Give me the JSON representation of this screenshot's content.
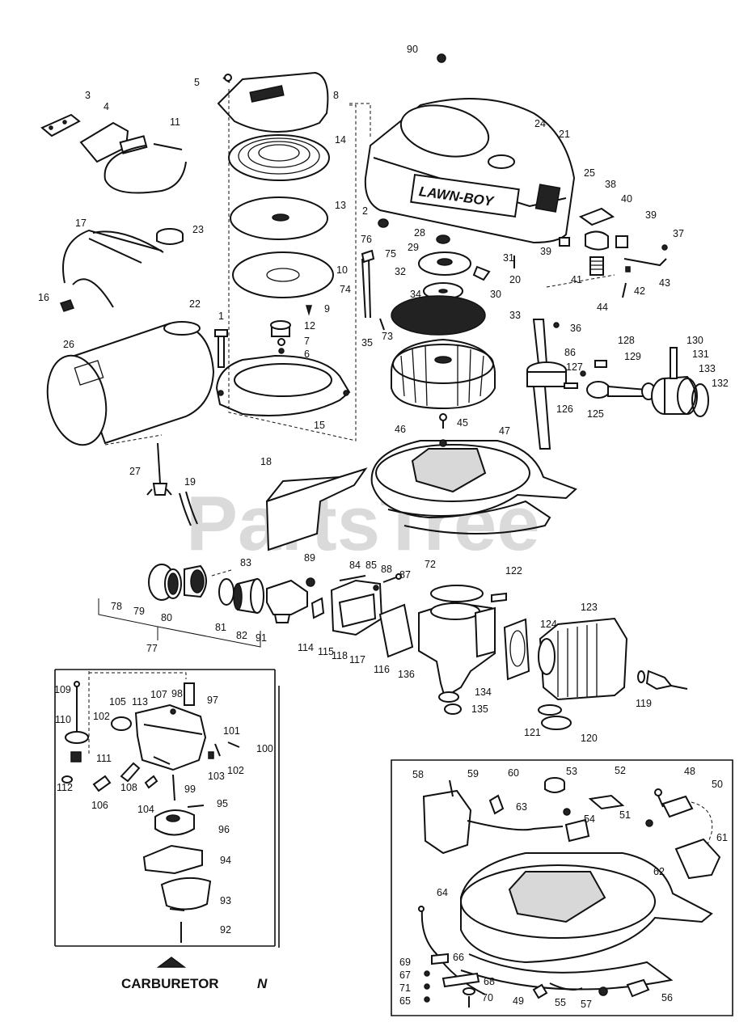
{
  "brand_label": "LAWN-BOY",
  "watermark": "PartsTree",
  "caption": {
    "title": "CARBURETOR",
    "suffix": "N"
  },
  "callouts": [
    {
      "id": "90",
      "text": "90"
    },
    {
      "id": "5",
      "text": "5"
    },
    {
      "id": "8",
      "text": "8"
    },
    {
      "id": "3",
      "text": "3"
    },
    {
      "id": "4",
      "text": "4"
    },
    {
      "id": "11",
      "text": "11"
    },
    {
      "id": "14",
      "text": "14"
    },
    {
      "id": "24",
      "text": "24"
    },
    {
      "id": "21",
      "text": "21"
    },
    {
      "id": "25",
      "text": "25"
    },
    {
      "id": "13",
      "text": "13"
    },
    {
      "id": "17",
      "text": "17"
    },
    {
      "id": "23",
      "text": "23"
    },
    {
      "id": "2",
      "text": "2"
    },
    {
      "id": "38",
      "text": "38"
    },
    {
      "id": "40",
      "text": "40"
    },
    {
      "id": "39a",
      "text": "39"
    },
    {
      "id": "39b",
      "text": "39"
    },
    {
      "id": "37",
      "text": "37"
    },
    {
      "id": "28",
      "text": "28"
    },
    {
      "id": "76",
      "text": "76"
    },
    {
      "id": "75",
      "text": "75"
    },
    {
      "id": "29",
      "text": "29"
    },
    {
      "id": "31",
      "text": "31"
    },
    {
      "id": "20",
      "text": "20"
    },
    {
      "id": "41",
      "text": "41"
    },
    {
      "id": "43",
      "text": "43"
    },
    {
      "id": "10",
      "text": "10"
    },
    {
      "id": "32",
      "text": "32"
    },
    {
      "id": "30",
      "text": "30"
    },
    {
      "id": "74",
      "text": "74"
    },
    {
      "id": "42",
      "text": "42"
    },
    {
      "id": "16",
      "text": "16"
    },
    {
      "id": "22",
      "text": "22"
    },
    {
      "id": "9",
      "text": "9"
    },
    {
      "id": "34",
      "text": "34"
    },
    {
      "id": "44",
      "text": "44"
    },
    {
      "id": "33",
      "text": "33"
    },
    {
      "id": "1",
      "text": "1"
    },
    {
      "id": "12",
      "text": "12"
    },
    {
      "id": "73",
      "text": "73"
    },
    {
      "id": "36",
      "text": "36"
    },
    {
      "id": "7",
      "text": "7"
    },
    {
      "id": "35",
      "text": "35"
    },
    {
      "id": "128",
      "text": "128"
    },
    {
      "id": "130",
      "text": "130"
    },
    {
      "id": "26",
      "text": "26"
    },
    {
      "id": "6",
      "text": "6"
    },
    {
      "id": "86",
      "text": "86"
    },
    {
      "id": "129",
      "text": "129"
    },
    {
      "id": "131",
      "text": "131"
    },
    {
      "id": "127",
      "text": "127"
    },
    {
      "id": "133",
      "text": "133"
    },
    {
      "id": "132",
      "text": "132"
    },
    {
      "id": "126",
      "text": "126"
    },
    {
      "id": "125",
      "text": "125"
    },
    {
      "id": "15",
      "text": "15"
    },
    {
      "id": "45",
      "text": "45"
    },
    {
      "id": "46",
      "text": "46"
    },
    {
      "id": "47",
      "text": "47"
    },
    {
      "id": "18",
      "text": "18"
    },
    {
      "id": "27",
      "text": "27"
    },
    {
      "id": "19",
      "text": "19"
    },
    {
      "id": "83",
      "text": "83"
    },
    {
      "id": "89",
      "text": "89"
    },
    {
      "id": "84",
      "text": "84"
    },
    {
      "id": "85",
      "text": "85"
    },
    {
      "id": "88",
      "text": "88"
    },
    {
      "id": "87",
      "text": "87"
    },
    {
      "id": "72",
      "text": "72"
    },
    {
      "id": "122",
      "text": "122"
    },
    {
      "id": "123",
      "text": "123"
    },
    {
      "id": "78",
      "text": "78"
    },
    {
      "id": "79",
      "text": "79"
    },
    {
      "id": "80",
      "text": "80"
    },
    {
      "id": "81",
      "text": "81"
    },
    {
      "id": "82",
      "text": "82"
    },
    {
      "id": "91",
      "text": "91"
    },
    {
      "id": "114",
      "text": "114"
    },
    {
      "id": "115",
      "text": "115"
    },
    {
      "id": "118",
      "text": "118"
    },
    {
      "id": "117",
      "text": "117"
    },
    {
      "id": "116",
      "text": "116"
    },
    {
      "id": "136",
      "text": "136"
    },
    {
      "id": "124",
      "text": "124"
    },
    {
      "id": "77",
      "text": "77"
    },
    {
      "id": "134",
      "text": "134"
    },
    {
      "id": "119",
      "text": "119"
    },
    {
      "id": "135",
      "text": "135"
    },
    {
      "id": "121",
      "text": "121"
    },
    {
      "id": "120",
      "text": "120"
    },
    {
      "id": "109",
      "text": "109"
    },
    {
      "id": "105",
      "text": "105"
    },
    {
      "id": "113",
      "text": "113"
    },
    {
      "id": "107",
      "text": "107"
    },
    {
      "id": "98",
      "text": "98"
    },
    {
      "id": "97",
      "text": "97"
    },
    {
      "id": "102a",
      "text": "102"
    },
    {
      "id": "110",
      "text": "110"
    },
    {
      "id": "101",
      "text": "101"
    },
    {
      "id": "100",
      "text": "100"
    },
    {
      "id": "111",
      "text": "111"
    },
    {
      "id": "103",
      "text": "103"
    },
    {
      "id": "102b",
      "text": "102"
    },
    {
      "id": "112",
      "text": "112"
    },
    {
      "id": "108",
      "text": "108"
    },
    {
      "id": "99",
      "text": "99"
    },
    {
      "id": "106",
      "text": "106"
    },
    {
      "id": "104",
      "text": "104"
    },
    {
      "id": "95",
      "text": "95"
    },
    {
      "id": "96",
      "text": "96"
    },
    {
      "id": "94",
      "text": "94"
    },
    {
      "id": "93",
      "text": "93"
    },
    {
      "id": "92",
      "text": "92"
    },
    {
      "id": "58",
      "text": "58"
    },
    {
      "id": "59",
      "text": "59"
    },
    {
      "id": "60",
      "text": "60"
    },
    {
      "id": "53",
      "text": "53"
    },
    {
      "id": "52",
      "text": "52"
    },
    {
      "id": "48",
      "text": "48"
    },
    {
      "id": "50",
      "text": "50"
    },
    {
      "id": "63",
      "text": "63"
    },
    {
      "id": "54",
      "text": "54"
    },
    {
      "id": "51",
      "text": "51"
    },
    {
      "id": "61",
      "text": "61"
    },
    {
      "id": "62",
      "text": "62"
    },
    {
      "id": "64",
      "text": "64"
    },
    {
      "id": "69",
      "text": "69"
    },
    {
      "id": "66",
      "text": "66"
    },
    {
      "id": "67",
      "text": "67"
    },
    {
      "id": "68",
      "text": "68"
    },
    {
      "id": "71",
      "text": "71"
    },
    {
      "id": "70",
      "text": "70"
    },
    {
      "id": "49",
      "text": "49"
    },
    {
      "id": "55",
      "text": "55"
    },
    {
      "id": "57",
      "text": "57"
    },
    {
      "id": "56",
      "text": "56"
    },
    {
      "id": "65",
      "text": "65"
    }
  ]
}
